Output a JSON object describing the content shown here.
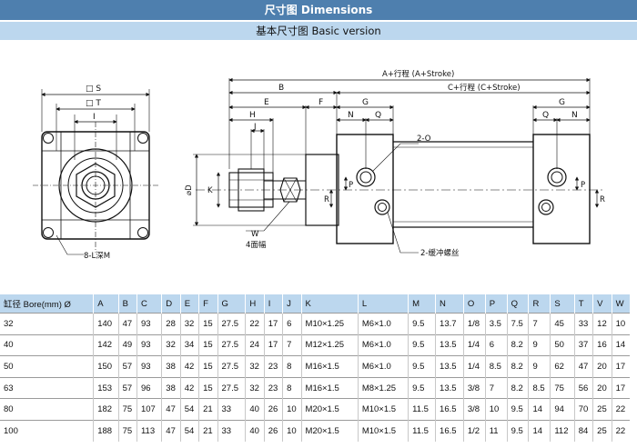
{
  "header": {
    "title": "尺寸图 Dimensions",
    "subtitle": "基本尺寸图 Basic version"
  },
  "drawing_labels": {
    "square_s": "□ S",
    "square_t": "□ T",
    "i": "I",
    "b": "B",
    "e": "E",
    "f": "F",
    "h": "H",
    "j": "J",
    "k": "K",
    "phi_d": "⌀D",
    "w": "W",
    "four_flats": "4面幅",
    "stroke_a": "A+行程 (A+Stroke)",
    "stroke_c": "C+行程 (C+Stroke)",
    "g_left": "G",
    "g_right": "G",
    "n_left": "N",
    "q_left": "Q",
    "q_right": "Q",
    "n_right": "N",
    "port": "2-O",
    "r_left": "R",
    "p_left": "P",
    "p_right": "P",
    "r_right": "R",
    "cushion": "2-缓冲螺丝",
    "mount_holes": "8-L深M"
  },
  "table": {
    "columns": [
      "缸径 Bore(mm) Ø",
      "A",
      "B",
      "C",
      "D",
      "E",
      "F",
      "G",
      "H",
      "I",
      "J",
      "K",
      "L",
      "M",
      "N",
      "O",
      "P",
      "Q",
      "R",
      "S",
      "T",
      "V",
      "W"
    ],
    "rows": [
      [
        "32",
        "140",
        "47",
        "93",
        "28",
        "32",
        "15",
        "27.5",
        "22",
        "17",
        "6",
        "M10×1.25",
        "M6×1.0",
        "9.5",
        "13.7",
        "1/8",
        "3.5",
        "7.5",
        "7",
        "45",
        "33",
        "12",
        "10"
      ],
      [
        "40",
        "142",
        "49",
        "93",
        "32",
        "34",
        "15",
        "27.5",
        "24",
        "17",
        "7",
        "M12×1.25",
        "M6×1.0",
        "9.5",
        "13.5",
        "1/4",
        "6",
        "8.2",
        "9",
        "50",
        "37",
        "16",
        "14"
      ],
      [
        "50",
        "150",
        "57",
        "93",
        "38",
        "42",
        "15",
        "27.5",
        "32",
        "23",
        "8",
        "M16×1.5",
        "M6×1.0",
        "9.5",
        "13.5",
        "1/4",
        "8.5",
        "8.2",
        "9",
        "62",
        "47",
        "20",
        "17"
      ],
      [
        "63",
        "153",
        "57",
        "96",
        "38",
        "42",
        "15",
        "27.5",
        "32",
        "23",
        "8",
        "M16×1.5",
        "M8×1.25",
        "9.5",
        "13.5",
        "3/8",
        "7",
        "8.2",
        "8.5",
        "75",
        "56",
        "20",
        "17"
      ],
      [
        "80",
        "182",
        "75",
        "107",
        "47",
        "54",
        "21",
        "33",
        "40",
        "26",
        "10",
        "M20×1.5",
        "M10×1.5",
        "11.5",
        "16.5",
        "3/8",
        "10",
        "9.5",
        "14",
        "94",
        "70",
        "25",
        "22"
      ],
      [
        "100",
        "188",
        "75",
        "113",
        "47",
        "54",
        "21",
        "33",
        "40",
        "26",
        "10",
        "M20×1.5",
        "M10×1.5",
        "11.5",
        "16.5",
        "1/2",
        "11",
        "9.5",
        "14",
        "112",
        "84",
        "25",
        "22"
      ]
    ]
  }
}
